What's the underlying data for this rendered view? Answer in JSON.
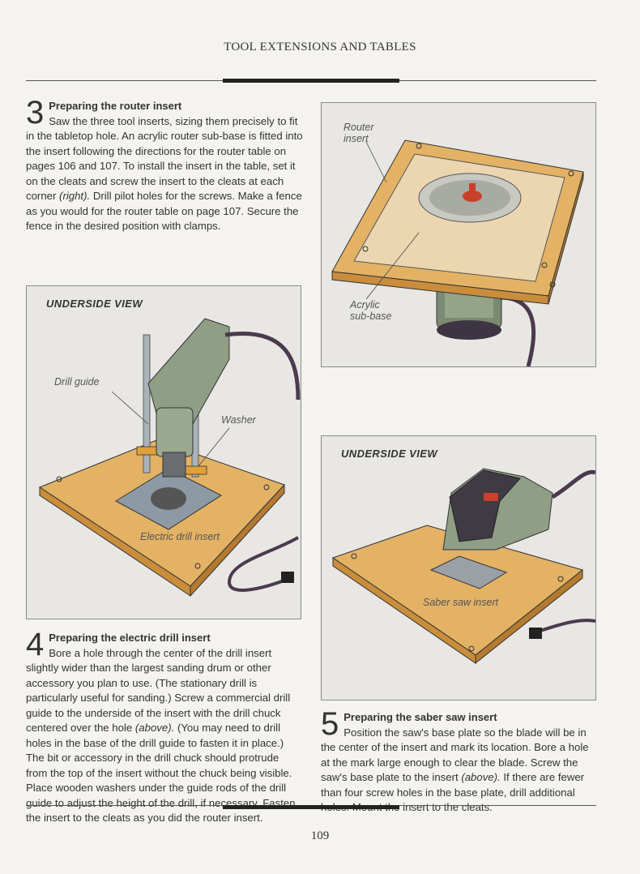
{
  "header": {
    "title": "TOOL EXTENSIONS AND TABLES"
  },
  "steps": [
    {
      "number": "3",
      "title": "Preparing the router insert",
      "body_before": "Saw the three tool inserts, sizing them precisely to fit in the tabletop hole. An acrylic router sub-base is fitted into the insert following the directions for the router table on pages 106 and 107. To install the insert in the table, set it on the cleats and screw the insert to the cleats at each corner ",
      "ref": "(right).",
      "body_after": " Drill pilot holes for the screws. Make a fence as you would for the router table on page 107. Secure the fence in the desired position with clamps."
    },
    {
      "number": "4",
      "title": "Preparing the electric drill insert",
      "body_before": "Bore a hole through the center of the drill insert slightly wider than the largest sanding drum or other accessory you plan to use. (The stationary drill is particularly useful for sanding.) Screw a commercial drill guide to the underside of the insert with the drill chuck centered over the hole ",
      "ref": "(above).",
      "body_after": " (You may need to drill holes in the base of the drill guide to fasten it in place.) The bit or accessory in the drill chuck should protrude from the top of the insert without the chuck being visible. Place wooden washers under the guide rods of the drill guide to adjust the height of the drill, if necessary. Fasten the insert to the cleats as you did the router insert."
    },
    {
      "number": "5",
      "title": "Preparing the saber saw insert",
      "body_before": "Position the saw's base plate so the blade will be in the center of the insert and mark its location. Bore a hole at the mark large enough to clear the blade. Screw the saw's base plate to the insert ",
      "ref": "(above).",
      "body_after": " If there are fewer than four screw holes in the base plate, drill additional holes. Mount the insert to the cleats."
    }
  ],
  "figures": {
    "router": {
      "callout_insert": "Router\ninsert",
      "callout_subbase": "Acrylic\nsub-base"
    },
    "drill": {
      "label": "UNDERSIDE VIEW",
      "callout_guide": "Drill guide",
      "callout_washer": "Washer",
      "callout_insert": "Electric drill insert"
    },
    "saw": {
      "label": "UNDERSIDE VIEW",
      "callout_insert": "Saber saw insert"
    }
  },
  "page_number": "109",
  "colors": {
    "wood": "#e3b265",
    "wood_edge": "#c98d3c",
    "acrylic": "#ecd6b0",
    "tool_green": "#8f9e84",
    "tool_dark": "#3f3a44",
    "accent_red": "#c9412b",
    "cord": "#4b3a4e"
  }
}
